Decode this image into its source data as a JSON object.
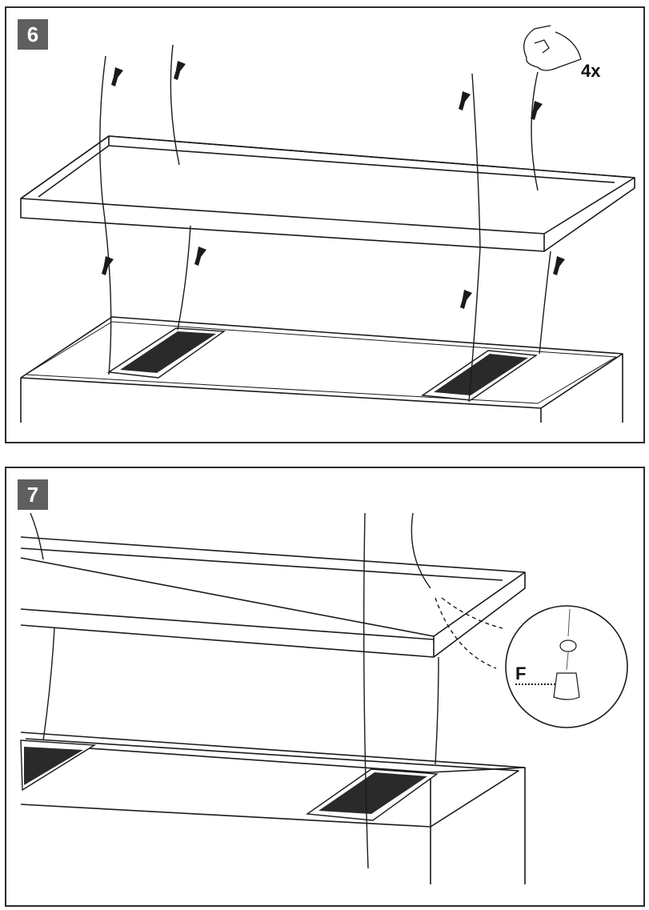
{
  "steps": [
    {
      "number": "6",
      "annotation": "4x",
      "description": "Lift the frame upward by its 4 suspension cables above the cabinet with two vent grilles"
    },
    {
      "number": "7",
      "callout_label": "F",
      "description": "Frame lowered onto cables; detail callout shows part F (sleeve/stopper) inserted on cable end through hole"
    }
  ],
  "colors": {
    "line": "#1a1a1a",
    "badge_bg": "#5f5f5f",
    "badge_text": "#ffffff",
    "border": "#2b2b2b"
  }
}
